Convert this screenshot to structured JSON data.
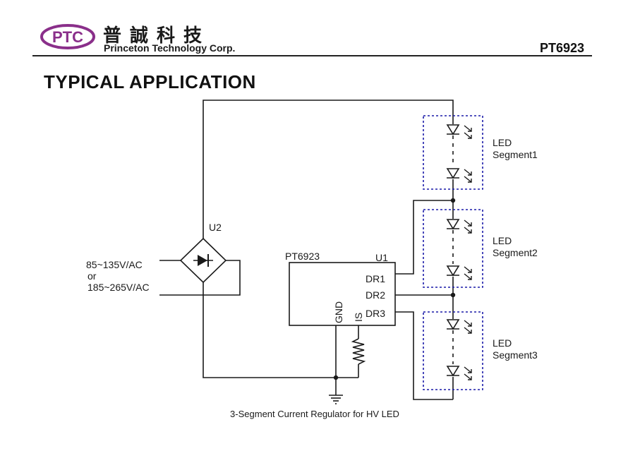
{
  "header": {
    "logo_text": "PTC",
    "company_cn": "普誠科技",
    "company_en": "Princeton Technology Corp.",
    "part_number": "PT6923"
  },
  "section_title": "TYPICAL APPLICATION",
  "diagram": {
    "input_label_1": "85~135V/AC",
    "input_label_or": "or",
    "input_label_2": "185~265V/AC",
    "bridge_ref": "U2",
    "ic_name": "PT6923",
    "ic_ref": "U1",
    "pin_dr1": "DR1",
    "pin_dr2": "DR2",
    "pin_dr3": "DR3",
    "pin_gnd": "GND",
    "pin_is": "IS",
    "segment_1": [
      "LED",
      "Segment1"
    ],
    "segment_2": [
      "LED",
      "Segment2"
    ],
    "segment_3": [
      "LED",
      "Segment3"
    ],
    "caption": "3-Segment Current Regulator for HV LED"
  },
  "colors": {
    "wire": "#1a1a1a",
    "segment_box": "#1a1aa8",
    "logo": "#8a2f8a"
  },
  "icons": {
    "logo": "ptc-logo-icon",
    "led": "led-icon",
    "ground": "ground-icon",
    "resistor": "resistor-icon",
    "bridge": "bridge-rectifier-icon"
  }
}
